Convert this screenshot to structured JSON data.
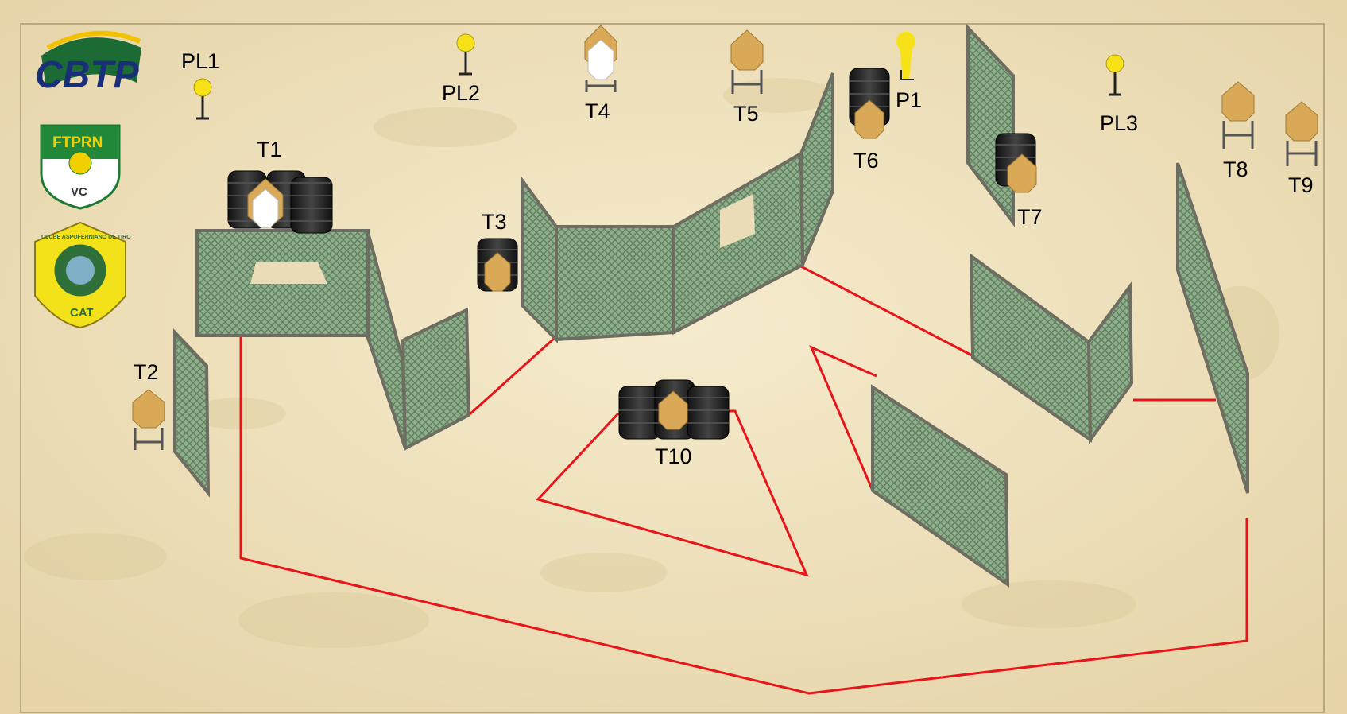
{
  "logos": {
    "cbtp": "CBTP",
    "ftprn": "FTPRN",
    "ftprn_mark": "VC",
    "club_ring": "CLUBE ASPOFERNIANO DE TIRO",
    "club_sub": "CAT"
  },
  "labels": {
    "pl1": "PL1",
    "pl2": "PL2",
    "pl3": "PL3",
    "p1": "P1",
    "t1": "T1",
    "t2": "T2",
    "t3": "T3",
    "t4": "T4",
    "t5": "T5",
    "t6": "T6",
    "t7": "T7",
    "t8": "T8",
    "t9": "T9",
    "t10": "T10"
  },
  "colors": {
    "ground": "#efe3c2",
    "fault_line": "#e8141a",
    "netting": "#7e9f7e",
    "frame": "#6d6d62",
    "target_paper": "#d9a957",
    "no_shoot": "#ffffff",
    "popper": "#f7e21a",
    "tire": "#1c1c1c"
  }
}
